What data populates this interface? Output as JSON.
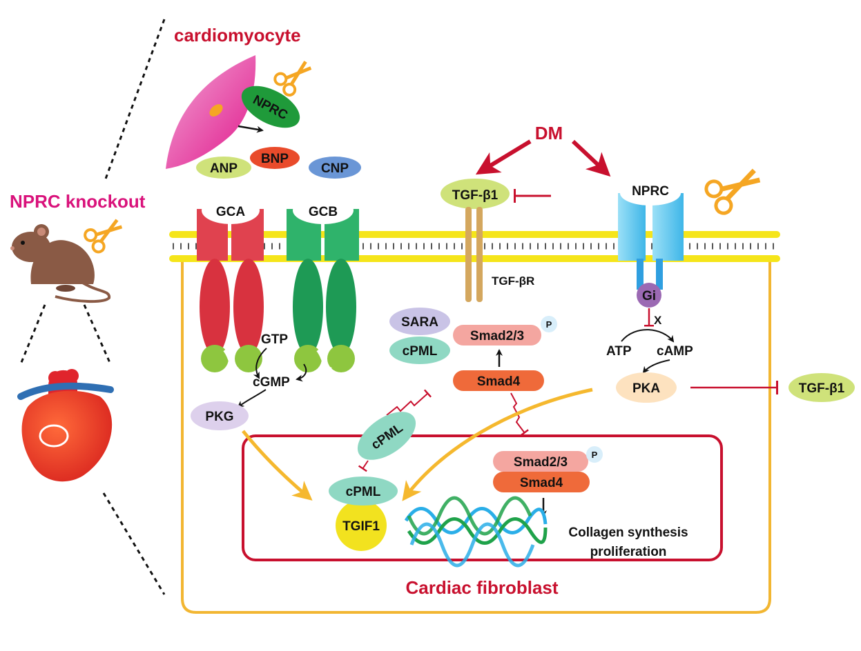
{
  "labels": {
    "cardiomyocyte": "cardiomyocyte",
    "nprc_knockout": "NPRC knockout",
    "npRC_cardio": "NPRC",
    "anp": "ANP",
    "bnp": "BNP",
    "cnp": "CNP",
    "dm": "DM",
    "tgf_b1_top": "TGF-β1",
    "tgf_br": "TGF-βR",
    "nprc_membrane": "NPRC",
    "gca": "GCA",
    "gcb": "GCB",
    "gtp": "GTP",
    "cgmp": "cGMP",
    "pkg": "PKG",
    "sara": "SARA",
    "cpml_1": "cPML",
    "smad23_cyto": "Smad2/3",
    "p_cyto": "P",
    "smad4_cyto": "Smad4",
    "gi": "Gi",
    "x_mark": "X",
    "atp": "ATP",
    "camp": "cAMP",
    "pka": "PKA",
    "tgf_b1_right": "TGF-β1",
    "cpml_2": "cPML",
    "cpml_3": "cPML",
    "tgif1": "TGIF1",
    "smad23_nuc": "Smad2/3",
    "p_nuc": "P",
    "smad4_nuc": "Smad4",
    "collagen_line1": "Collagen synthesis",
    "collagen_line2": "proliferation",
    "cardiac_fibroblast": "Cardiac fibroblast"
  },
  "colors": {
    "title_red": "#c8102e",
    "title_pink": "#d9127b",
    "membrane_yellow": "#f5e51a",
    "cell_border": "#f2b632",
    "nucleus_border": "#c8102e",
    "inhibition_red": "#c8102e",
    "activation_yellow": "#f5b82e",
    "gca_red": "#e0424f",
    "gcb_green": "#2fb36b",
    "nprc_blue": "#3fb6e8",
    "tgf_green": "#cfe27a",
    "smad23_pink": "#f4a6a0",
    "smad4_orange": "#ef6a3a",
    "cpml_teal": "#8fd8c3",
    "sara_lavender": "#c9c3e6",
    "pkg_lavender": "#ddd0ec",
    "pka_peach": "#fde2bf",
    "tgif1_yellow": "#f2e21f",
    "dna_green": "#1fa24a",
    "dna_blue": "#2aaee8"
  },
  "icons": [
    "mouse-icon",
    "heart-icon",
    "scissors-icon",
    "cardiomyocyte-cell-icon",
    "dna-helix-icon"
  ]
}
